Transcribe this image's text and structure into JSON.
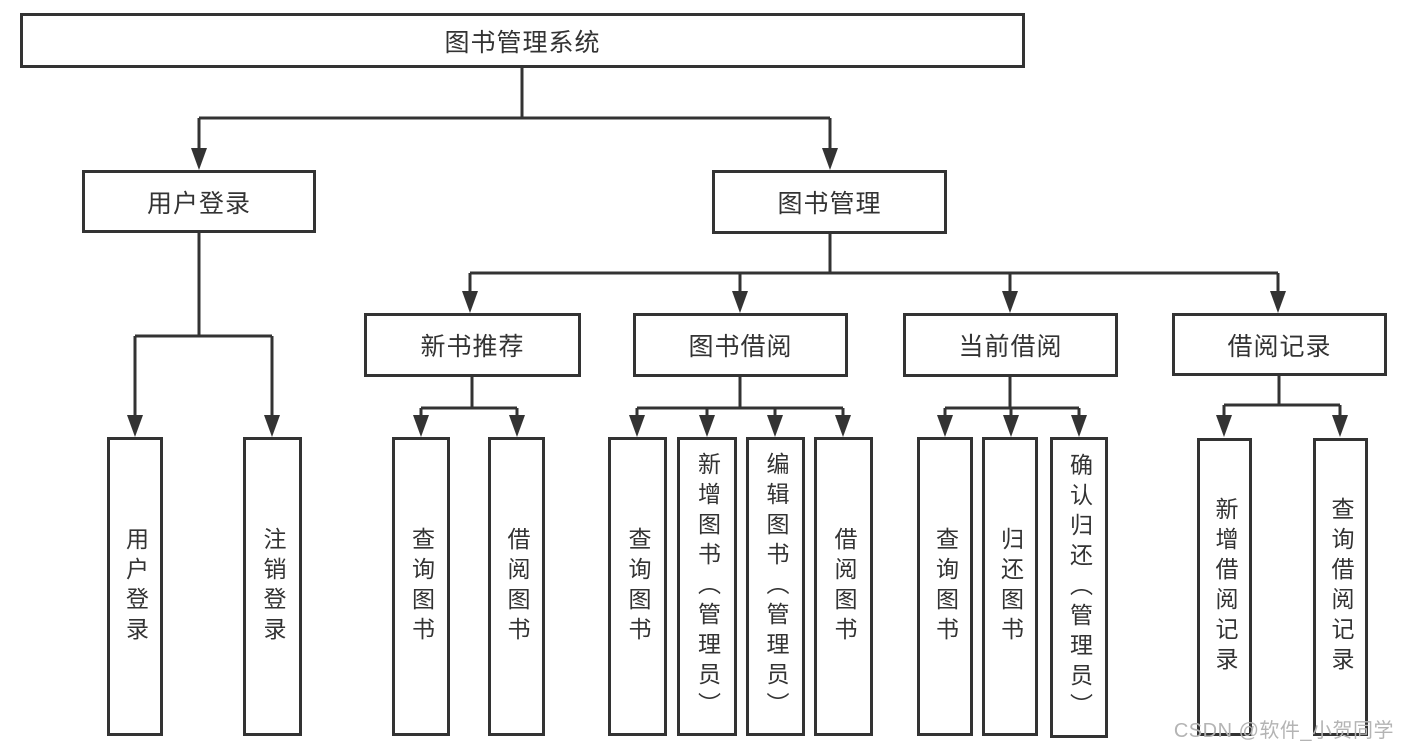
{
  "diagram": {
    "root": {
      "label": "图书管理系统"
    },
    "level2": {
      "login": {
        "label": "用户登录"
      },
      "management": {
        "label": "图书管理"
      }
    },
    "level3": {
      "newbook": {
        "label": "新书推荐"
      },
      "borrow": {
        "label": "图书借阅"
      },
      "current": {
        "label": "当前借阅"
      },
      "records": {
        "label": "借阅记录"
      }
    },
    "leaves": {
      "login": [
        "用户登录",
        "注销登录"
      ],
      "newbook": [
        "查询图书",
        "借阅图书"
      ],
      "borrow": [
        "查询图书",
        "新增图书（管理员）",
        "编辑图书（管理员）",
        "借阅图书"
      ],
      "current": [
        "查询图书",
        "归还图书",
        "确认归还（管理员）"
      ],
      "records": [
        "新增借阅记录",
        "查询借阅记录"
      ]
    }
  },
  "watermark": {
    "text": "CSDN @软件_小贺同学",
    "color": "#b4b4b4"
  },
  "colors": {
    "line": "#333333",
    "text": "#333333",
    "box_fill": "#ffffff",
    "background": "#ffffff"
  }
}
